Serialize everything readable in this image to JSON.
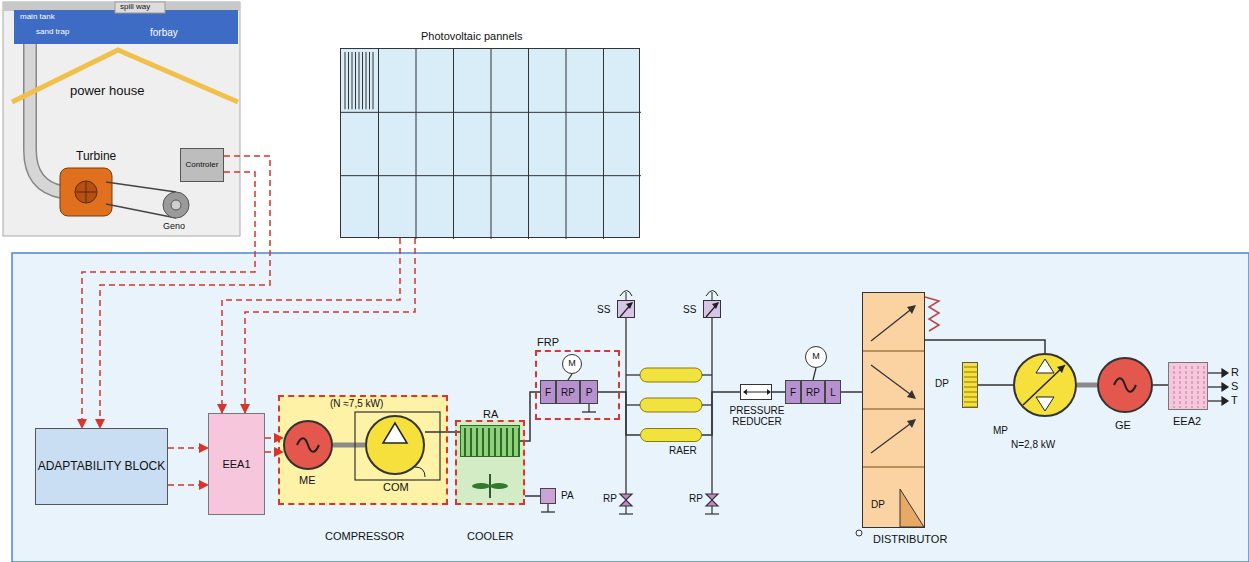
{
  "diagram": {
    "nodes": [
      {
        "text": [
          "Controler"
        ]
      },
      {
        "text": [
          "Photovoltaic pannels"
        ]
      },
      {
        "text": [
          "ADAPTABILITY BLOCK"
        ]
      },
      {
        "text": [
          "EEA1"
        ]
      },
      {
        "text": [
          "(N ≈7,5 kW)",
          "COMPRESSOR"
        ]
      },
      {
        "text": [
          "ME"
        ],
        "in": 4
      },
      {
        "text": [
          "COM"
        ],
        "in": 4
      },
      {
        "text": [
          "COOLER"
        ]
      },
      {
        "text": [
          "RA"
        ],
        "in": 7
      },
      {
        "text": [
          "PA"
        ]
      },
      {
        "text": [
          "FRP"
        ]
      },
      {
        "text": [
          "M"
        ],
        "in": 10
      },
      {
        "text": [
          "F"
        ],
        "in": 10
      },
      {
        "text": [
          "RP"
        ],
        "in": 10
      },
      {
        "text": [
          "P"
        ],
        "in": 10
      },
      {
        "text": [
          "SS"
        ]
      },
      {
        "text": [
          "SS"
        ]
      },
      {
        "text": [
          "RAER"
        ]
      },
      {
        "text": [
          "PRESSURE REDUCER"
        ]
      },
      {
        "text": [
          "M"
        ]
      },
      {
        "text": [
          "F"
        ]
      },
      {
        "text": [
          "RP"
        ]
      },
      {
        "text": [
          "L"
        ]
      },
      {
        "text": [
          "DP",
          "DISTRIBUTOR"
        ]
      },
      {
        "text": [
          "DP"
        ]
      },
      {
        "text": [
          "MP",
          "N=2,8 kW"
        ]
      },
      {
        "text": [
          "GE"
        ]
      },
      {
        "text": [
          "EEA2"
        ]
      }
    ],
    "edges": [
      {
        "from": 0,
        "to": 2,
        "arrow": "to"
      },
      {
        "from": 0,
        "to": 2,
        "arrow": "to"
      },
      {
        "from": 1,
        "to": 3,
        "arrow": "to"
      },
      {
        "from": 1,
        "to": 3,
        "arrow": "to"
      },
      {
        "from": 2,
        "to": 3,
        "arrow": "to"
      },
      {
        "from": 2,
        "to": 3,
        "arrow": "to"
      },
      {
        "from": 3,
        "to": 5,
        "arrow": "to"
      },
      {
        "from": 3,
        "to": 5,
        "arrow": "to"
      },
      {
        "from": 5,
        "to": 6,
        "arrow": "none"
      },
      {
        "from": 6,
        "to": 8,
        "arrow": "none"
      },
      {
        "from": 8,
        "to": 12,
        "arrow": "none"
      },
      {
        "from": 14,
        "to": 17,
        "arrow": "none"
      },
      {
        "from": 17,
        "to": 18,
        "arrow": "none"
      },
      {
        "from": 18,
        "to": 20,
        "arrow": "none"
      },
      {
        "from": 22,
        "to": 23,
        "arrow": "none"
      },
      {
        "from": 23,
        "to": 25,
        "arrow": "none"
      },
      {
        "from": 25,
        "to": 26,
        "arrow": "none"
      },
      {
        "from": 26,
        "to": 27,
        "arrow": "none"
      },
      {
        "from": 7,
        "to": 9,
        "arrow": "none"
      }
    ],
    "labels": [
      "main tank",
      "spill way",
      "forbay",
      "sand trap",
      "power house",
      "Turbine",
      "Geno",
      "RP",
      "RP",
      "R",
      "S",
      "T"
    ]
  }
}
